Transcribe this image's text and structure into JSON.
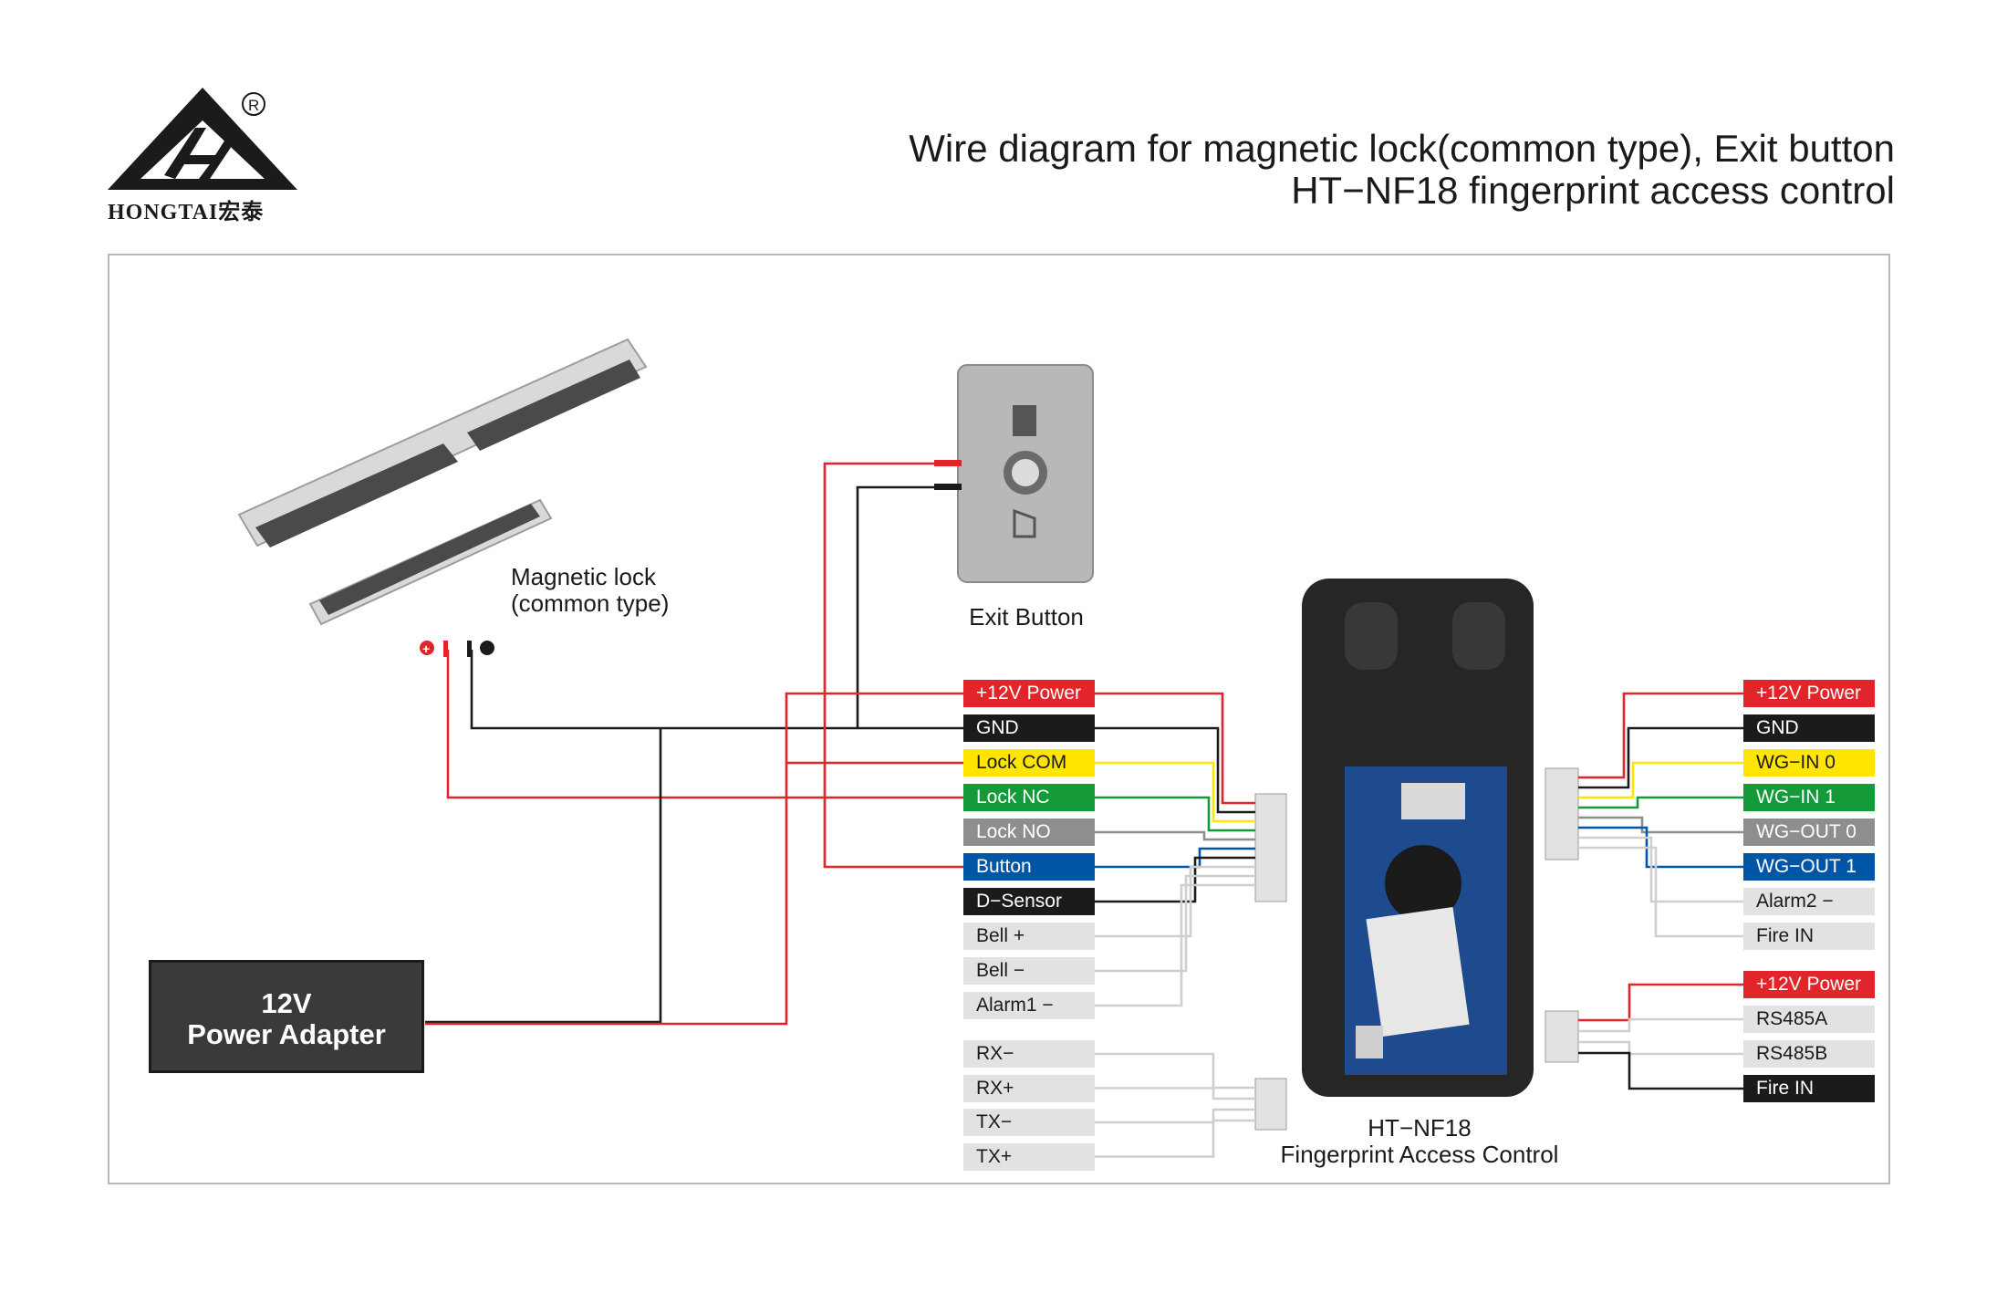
{
  "brand": {
    "name": "HONGTAI宏泰",
    "registered": "®"
  },
  "title": {
    "line1": "Wire diagram for magnetic lock(common type), Exit button",
    "line2": "HT−NF18 fingerprint access control"
  },
  "components": {
    "maglock": "Magnetic lock\n(common type)",
    "exit_button": "Exit Button",
    "power_adapter": "12V\nPower Adapter",
    "device": "HT−NF18\nFingerprint Access Control"
  },
  "left_terminals": [
    {
      "label": "+12V Power",
      "color": "#e2242b",
      "text": "#ffffff"
    },
    {
      "label": "GND",
      "color": "#1b1b1b",
      "text": "#ffffff"
    },
    {
      "label": "Lock COM",
      "color": "#ffe500",
      "text": "#1b1b1b"
    },
    {
      "label": "Lock NC",
      "color": "#159a3a",
      "text": "#ffffff"
    },
    {
      "label": "Lock NO",
      "color": "#8e8e8e",
      "text": "#ffffff"
    },
    {
      "label": "Button",
      "color": "#0056a6",
      "text": "#ffffff"
    },
    {
      "label": "D−Sensor",
      "color": "#1b1b1b",
      "text": "#ffffff"
    },
    {
      "label": "Bell +",
      "color": "#e2e2e2",
      "text": "#1b1b1b"
    },
    {
      "label": "Bell −",
      "color": "#e2e2e2",
      "text": "#1b1b1b"
    },
    {
      "label": "Alarm1 −",
      "color": "#e2e2e2",
      "text": "#1b1b1b"
    }
  ],
  "serial_terminals": [
    {
      "label": "RX−",
      "color": "#e2e2e2",
      "text": "#1b1b1b"
    },
    {
      "label": "RX+",
      "color": "#e2e2e2",
      "text": "#1b1b1b"
    },
    {
      "label": "TX−",
      "color": "#e2e2e2",
      "text": "#1b1b1b"
    },
    {
      "label": "TX+",
      "color": "#e2e2e2",
      "text": "#1b1b1b"
    }
  ],
  "right_terminals": [
    {
      "label": "+12V Power",
      "color": "#e2242b",
      "text": "#ffffff"
    },
    {
      "label": "GND",
      "color": "#1b1b1b",
      "text": "#ffffff"
    },
    {
      "label": "WG−IN 0",
      "color": "#ffe500",
      "text": "#1b1b1b"
    },
    {
      "label": "WG−IN 1",
      "color": "#159a3a",
      "text": "#ffffff"
    },
    {
      "label": "WG−OUT 0",
      "color": "#8e8e8e",
      "text": "#ffffff"
    },
    {
      "label": "WG−OUT 1",
      "color": "#0056a6",
      "text": "#ffffff"
    },
    {
      "label": "Alarm2 −",
      "color": "#e2e2e2",
      "text": "#1b1b1b"
    },
    {
      "label": "Fire IN",
      "color": "#e2e2e2",
      "text": "#1b1b1b"
    }
  ],
  "rs485_terminals": [
    {
      "label": "+12V Power",
      "color": "#e2242b",
      "text": "#ffffff"
    },
    {
      "label": "RS485A",
      "color": "#e2e2e2",
      "text": "#1b1b1b"
    },
    {
      "label": "RS485B",
      "color": "#e2e2e2",
      "text": "#1b1b1b"
    },
    {
      "label": "Fire IN",
      "color": "#1b1b1b",
      "text": "#ffffff"
    }
  ]
}
